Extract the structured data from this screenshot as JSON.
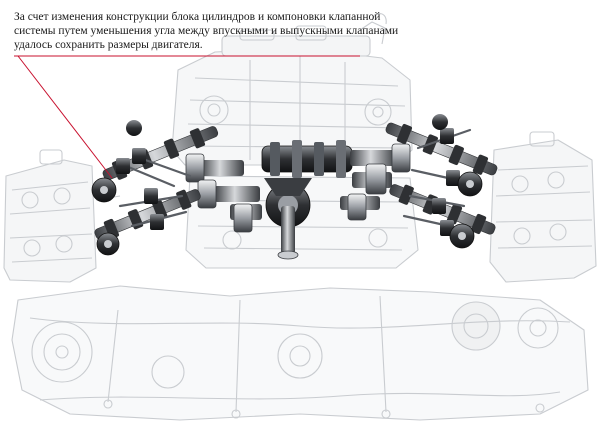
{
  "annotation": {
    "lines": [
      "За счет изменения конструкции блока цилиндров и компоновки клапанной",
      "системы путем уменьшения угла между впускными и выпускными клапанами",
      "удалось сохранить размеры двигателя."
    ]
  },
  "colors": {
    "leader": "#c8102e",
    "ghost": "#c9ccd0",
    "metal_dark": "#2e3033",
    "metal_mid": "#7a7e84",
    "metal_light": "#d6d8db"
  },
  "icons": {
    "engine": "boxer-engine-exploded-icon"
  }
}
